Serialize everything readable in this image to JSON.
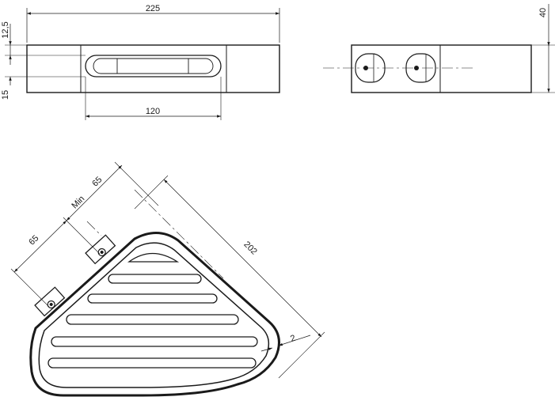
{
  "dimensions": {
    "overall_length": "225",
    "mount_height": "12,5",
    "mount_offset": "15",
    "slot_length": "120",
    "side_height": "40",
    "diagonal_length": "202",
    "wall_min": "Min",
    "wall_min_value": "65",
    "wall_distance": "65",
    "rim_thickness": "2"
  }
}
